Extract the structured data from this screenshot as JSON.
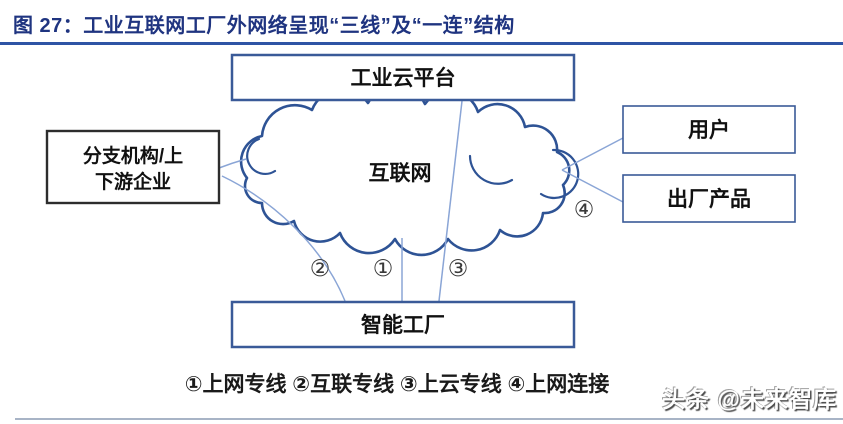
{
  "title": "图 27：工业互联网工厂外网络呈现“三线”及“一连”结构",
  "nodes": {
    "cloud_platform": "工业云平台",
    "branch_line1": "分支机构/上",
    "branch_line2": "下游企业",
    "internet": "互联网",
    "user": "用户",
    "product": "出厂产品",
    "factory": "智能工厂"
  },
  "line_labels": [
    "①",
    "②",
    "③",
    "④"
  ],
  "legend": "①上网专线 ②互联专线 ③上云专线 ④上网连接",
  "watermark": "头条 @未来智库",
  "colors": {
    "title_text": "#1F3480",
    "title_rule": "#2E54A5",
    "box_border_blue": "#3A5A98",
    "box_border_dark": "#2D2D2D",
    "cloud_stroke": "#2E5395",
    "connector_line": "#8AA5D6",
    "footer_rule": "#A8B4C6"
  }
}
